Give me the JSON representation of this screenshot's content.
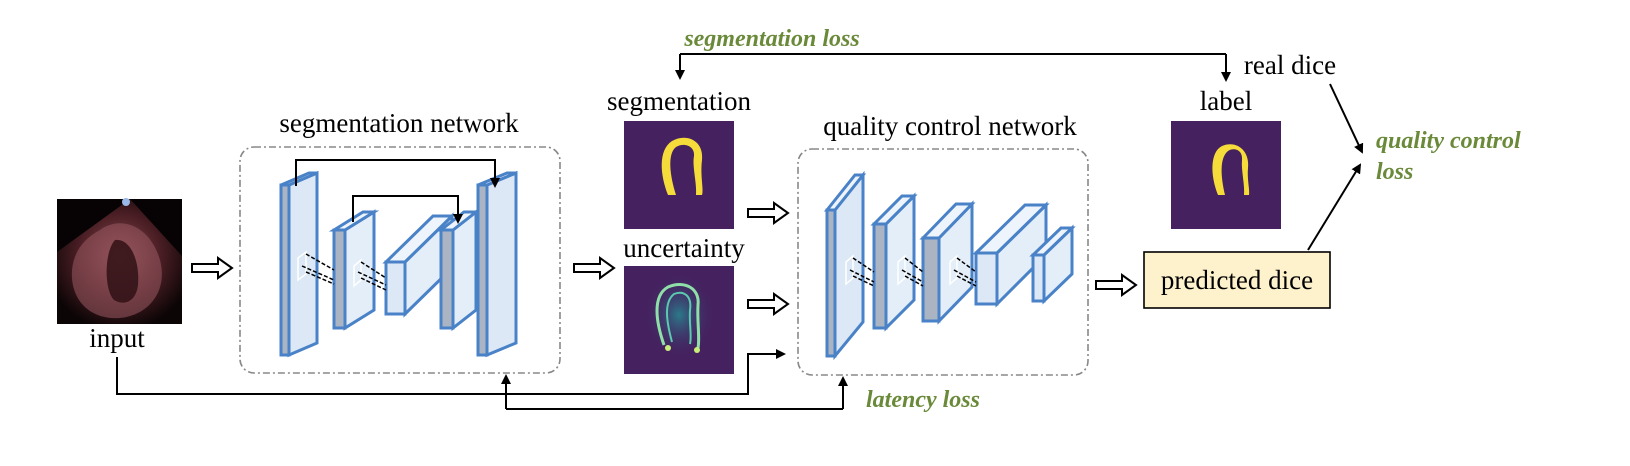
{
  "labels": {
    "input": "input",
    "segmentation_network": "segmentation network",
    "segmentation": "segmentation",
    "uncertainty": "uncertainty",
    "quality_control_network": "quality control network",
    "label": "label",
    "real_dice": "real dice",
    "predicted_dice": "predicted dice"
  },
  "losses": {
    "segmentation_loss": "segmentation loss",
    "latency_loss": "latency loss",
    "quality_control_loss_line1": "quality control",
    "quality_control_loss_line2": "loss"
  },
  "colors": {
    "loss_text": "#6a8a3a",
    "block_edge": "#4a82c8",
    "block_front": "#aab4c2",
    "block_side": "#dce8f6",
    "map_background": "#45215f",
    "mask_yellow": "#f5dc3a",
    "predicted_dice_box": "#fdf2cc"
  }
}
